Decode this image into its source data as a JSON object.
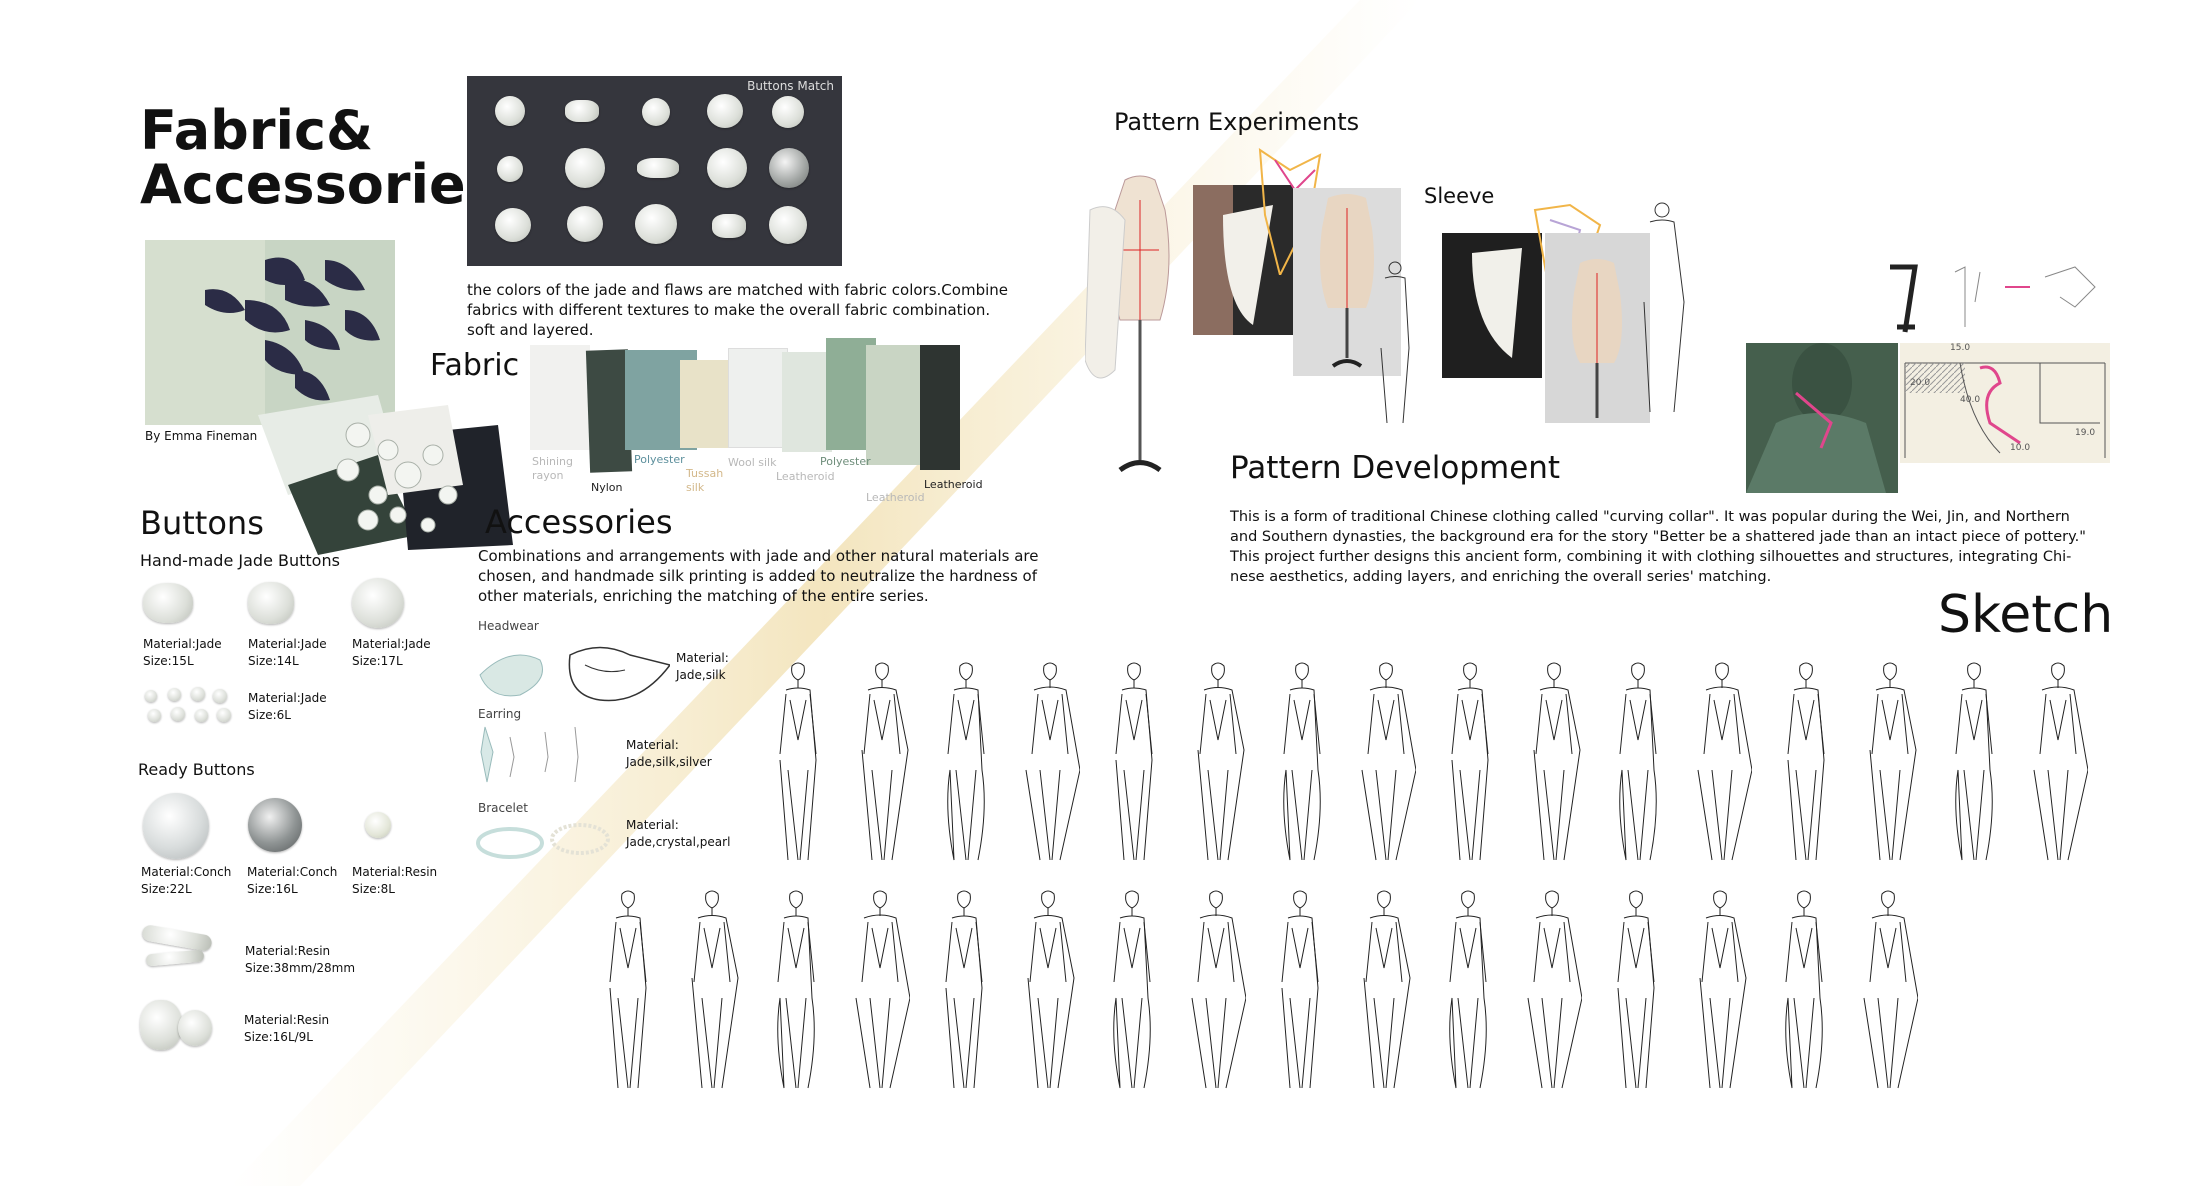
{
  "board": {
    "title_line1": "Fabric&",
    "title_line2": "Accessories",
    "credit": "By Emma Fineman",
    "buttons_match_label": "Buttons Match",
    "fabric_note_1": "the colors of the jade and flaws are matched with fabric colors.Combine",
    "fabric_note_2": "fabrics with different textures to make the overall fabric combination.",
    "fabric_note_3": " soft and layered."
  },
  "fabric": {
    "heading": "Fabric",
    "swatches": [
      {
        "label": "Shining rayon",
        "color": "#f1f1ef"
      },
      {
        "label": "Nylon",
        "color": "#3d4a43"
      },
      {
        "label": "Polyester",
        "color": "#7fa3a1"
      },
      {
        "label": "Tussah silk",
        "color": "#e8e2c8"
      },
      {
        "label": "Wool silk",
        "color": "#eef0ee"
      },
      {
        "label": "Leatheroid",
        "color": "#dfe6de"
      },
      {
        "label": "Polyester",
        "color": "#8fae96"
      },
      {
        "label": "Leatheroid",
        "color": "#c9d5c4"
      },
      {
        "label": "Leatheroid",
        "color": "#2e3431"
      }
    ]
  },
  "buttons": {
    "heading": "Buttons",
    "handmade_heading": "Hand-made Jade Buttons",
    "handmade": [
      {
        "material": "Material:Jade",
        "size": "Size:15L"
      },
      {
        "material": "Material:Jade",
        "size": "Size:14L"
      },
      {
        "material": "Material:Jade",
        "size": "Size:17L"
      },
      {
        "material": "Material:Jade",
        "size": "Size:6L"
      }
    ],
    "ready_heading": "Ready Buttons",
    "ready": [
      {
        "material": "Material:Conch",
        "size": "Size:22L"
      },
      {
        "material": "Material:Conch",
        "size": "Size:16L"
      },
      {
        "material": "Material:Resin",
        "size": "Size:8L"
      },
      {
        "material": "Material:Resin",
        "size": "Size:38mm/28mm"
      },
      {
        "material": "Material:Resin",
        "size": "Size:16L/9L"
      }
    ]
  },
  "accessories": {
    "heading": "Accessories",
    "desc_1": "Combinations and arrangements with jade and other natural materials are",
    "desc_2": "chosen, and handmade silk printing is added to neutralize the hardness of",
    "desc_3": "other materials, enriching the matching of the entire series.",
    "items": [
      {
        "name": "Headwear",
        "material_label": "Material:",
        "material": "Jade,silk"
      },
      {
        "name": "Earring",
        "material_label": "Material:",
        "material": "Jade,silk,silver"
      },
      {
        "name": "Bracelet",
        "material_label": "Material:",
        "material": "Jade,crystal,pearl"
      }
    ]
  },
  "pattern": {
    "experiments_heading": "Pattern Experiments",
    "sleeve_label": "Sleeve",
    "development_heading": "Pattern Development",
    "desc_1": "This is a form of traditional Chinese clothing called \"curving collar\". It was popular during the Wei, Jin, and Northern",
    "desc_2": "and Southern dynasties, the background era for the story \"Better be a shattered jade than an intact piece of pottery.\"",
    "desc_3": "This project further designs this ancient form, combining it with clothing silhouettes and structures, integrating Chi-",
    "desc_4": "nese aesthetics, adding layers, and enriching the overall series' matching.",
    "drafting_marks": [
      "15.0",
      "20.0",
      "40.0",
      "19.0",
      "10.0"
    ]
  },
  "sketch": {
    "heading": "Sketch",
    "row1_count": 16,
    "row2_count": 16
  },
  "colors": {
    "accent_pink": "#e0468c",
    "jade_green": "#5b7a67",
    "dark_panel": "#35363d"
  }
}
